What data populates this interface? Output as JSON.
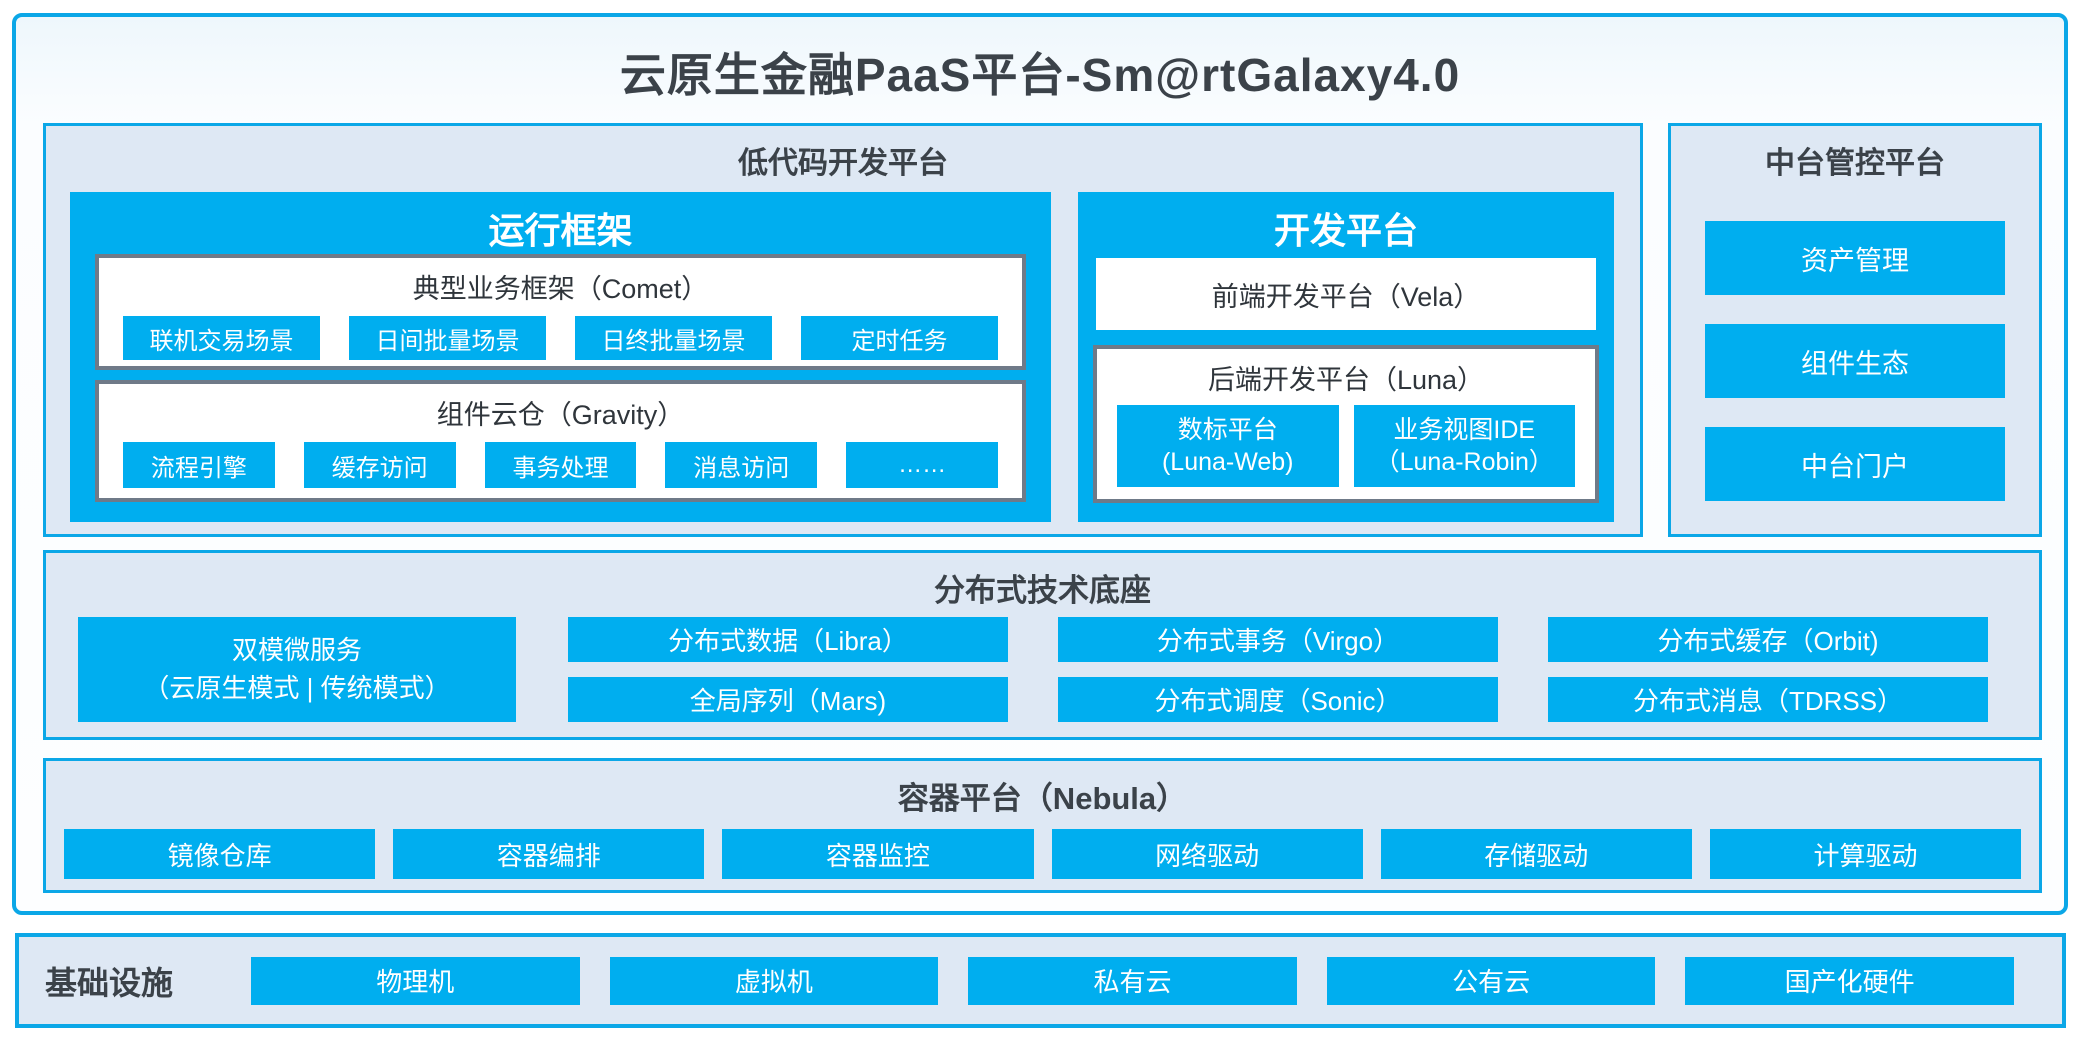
{
  "title": "云原生金融PaaS平台-Sm@rtGalaxy4.0",
  "colors": {
    "accent_blue": "#00aeef",
    "border_blue": "#0ba7e7",
    "panel_background": "#dee8f4",
    "gray_border": "#6f7a88",
    "dark_text": "#3b4249",
    "white_text": "#ffffff"
  },
  "low_code": {
    "title": "低代码开发平台",
    "runtime": {
      "title": "运行框架",
      "comet": {
        "title": "典型业务框架（Comet）",
        "items": [
          "联机交易场景",
          "日间批量场景",
          "日终批量场景",
          "定时任务"
        ]
      },
      "gravity": {
        "title": "组件云仓（Gravity）",
        "items": [
          "流程引擎",
          "缓存访问",
          "事务处理",
          "消息访问",
          "……"
        ]
      }
    },
    "dev": {
      "title": "开发平台",
      "vela": "前端开发平台（Vela）",
      "luna": {
        "title": "后端开发平台（Luna）",
        "items": [
          {
            "line1": "数标平台",
            "line2": "(Luna-Web)"
          },
          {
            "line1": "业务视图IDE",
            "line2": "（Luna-Robin）"
          }
        ]
      }
    }
  },
  "mid_platform": {
    "title": "中台管控平台",
    "items": [
      "资产管理",
      "组件生态",
      "中台门户"
    ]
  },
  "distributed": {
    "title": "分布式技术底座",
    "dual_mode": {
      "line1": "双模微服务",
      "line2": "（云原生模式 | 传统模式）"
    },
    "columns": [
      [
        "分布式数据（Libra）",
        "全局序列（Mars)"
      ],
      [
        "分布式事务（Virgo）",
        "分布式调度（Sonic）"
      ],
      [
        "分布式缓存（Orbit)",
        "分布式消息（TDRSS）"
      ]
    ]
  },
  "container_platform": {
    "title": "容器平台（Nebula）",
    "items": [
      "镜像仓库",
      "容器编排",
      "容器监控",
      "网络驱动",
      "存储驱动",
      "计算驱动"
    ]
  },
  "infrastructure": {
    "title": "基础设施",
    "items": [
      "物理机",
      "虚拟机",
      "私有云",
      "公有云",
      "国产化硬件"
    ]
  }
}
